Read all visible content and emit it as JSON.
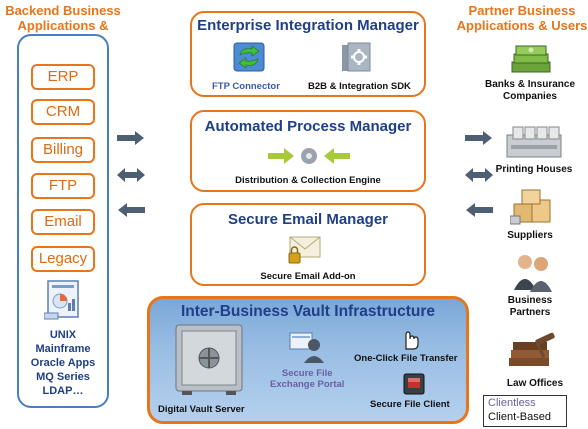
{
  "left": {
    "heading": [
      "Backend Business",
      "Applications & Users"
    ],
    "buttons": [
      "ERP",
      "CRM",
      "Billing",
      "FTP",
      "Email",
      "Legacy"
    ],
    "list": [
      "UNIX",
      "Mainframe",
      "Oracle Apps",
      "MQ Series",
      "LDAP…"
    ]
  },
  "right": {
    "heading": [
      "Partner Business",
      "Applications & Users"
    ],
    "items": [
      {
        "label": [
          "Banks & Insurance",
          "Companies"
        ],
        "icon": "money-stack-icon"
      },
      {
        "label": [
          "Printing Houses"
        ],
        "icon": "printer-icon"
      },
      {
        "label": [
          "Suppliers"
        ],
        "icon": "boxes-icon"
      },
      {
        "label": [
          "Business",
          "Partners"
        ],
        "icon": "people-icon"
      },
      {
        "label": [
          "Law Offices"
        ],
        "icon": "law-books-icon"
      }
    ]
  },
  "eim": {
    "title": "Enterprise Integration Manager",
    "ftp_label": "FTP Connector",
    "sdk_label": "B2B & Integration SDK"
  },
  "apm": {
    "title": "Automated Process Manager",
    "engine_label": "Distribution & Collection Engine"
  },
  "sem": {
    "title": "Secure Email Manager",
    "addon_label": "Secure Email Add-on"
  },
  "vault": {
    "title": "Inter-Business Vault Infrastructure",
    "server_label": "Digital Vault Server",
    "portal_label": [
      "Secure File",
      "Exchange Portal"
    ],
    "oneclick_label": "One-Click File Transfer",
    "client_label": "Secure File Client"
  },
  "legend": {
    "clientless": "Clientless",
    "client_based": "Client-Based"
  },
  "colors": {
    "accent_orange": "#e8751a",
    "title_blue": "#1f3f86",
    "panel_border_blue": "#4a7ec2",
    "arrow_gray": "#4e5f74",
    "clientless_purple": "#6a5fa2"
  }
}
